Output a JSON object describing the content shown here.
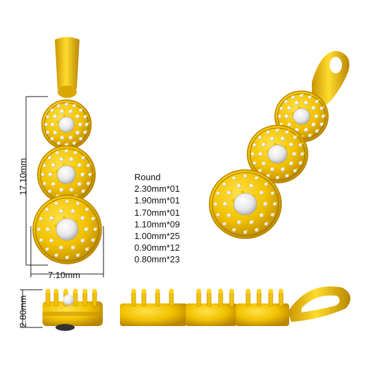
{
  "colors": {
    "gold": "#f2c200",
    "gold_dark": "#c99400",
    "gold_shadow": "#8a6200",
    "diamond": "#f4f4f4",
    "diamond_shade": "#c9c9c9",
    "dimension_line": "#1a1a1a"
  },
  "dimensions": {
    "height": "17.10mm",
    "width": "7.10mm",
    "depth": "2.80mm"
  },
  "stone_spec": {
    "shape": "Round",
    "items": [
      "2.30mm*01",
      "1.90mm*01",
      "1.70mm*01",
      "1.10mm*09",
      "1.00mm*25",
      "0.90mm*12",
      "0.80mm*23"
    ]
  }
}
